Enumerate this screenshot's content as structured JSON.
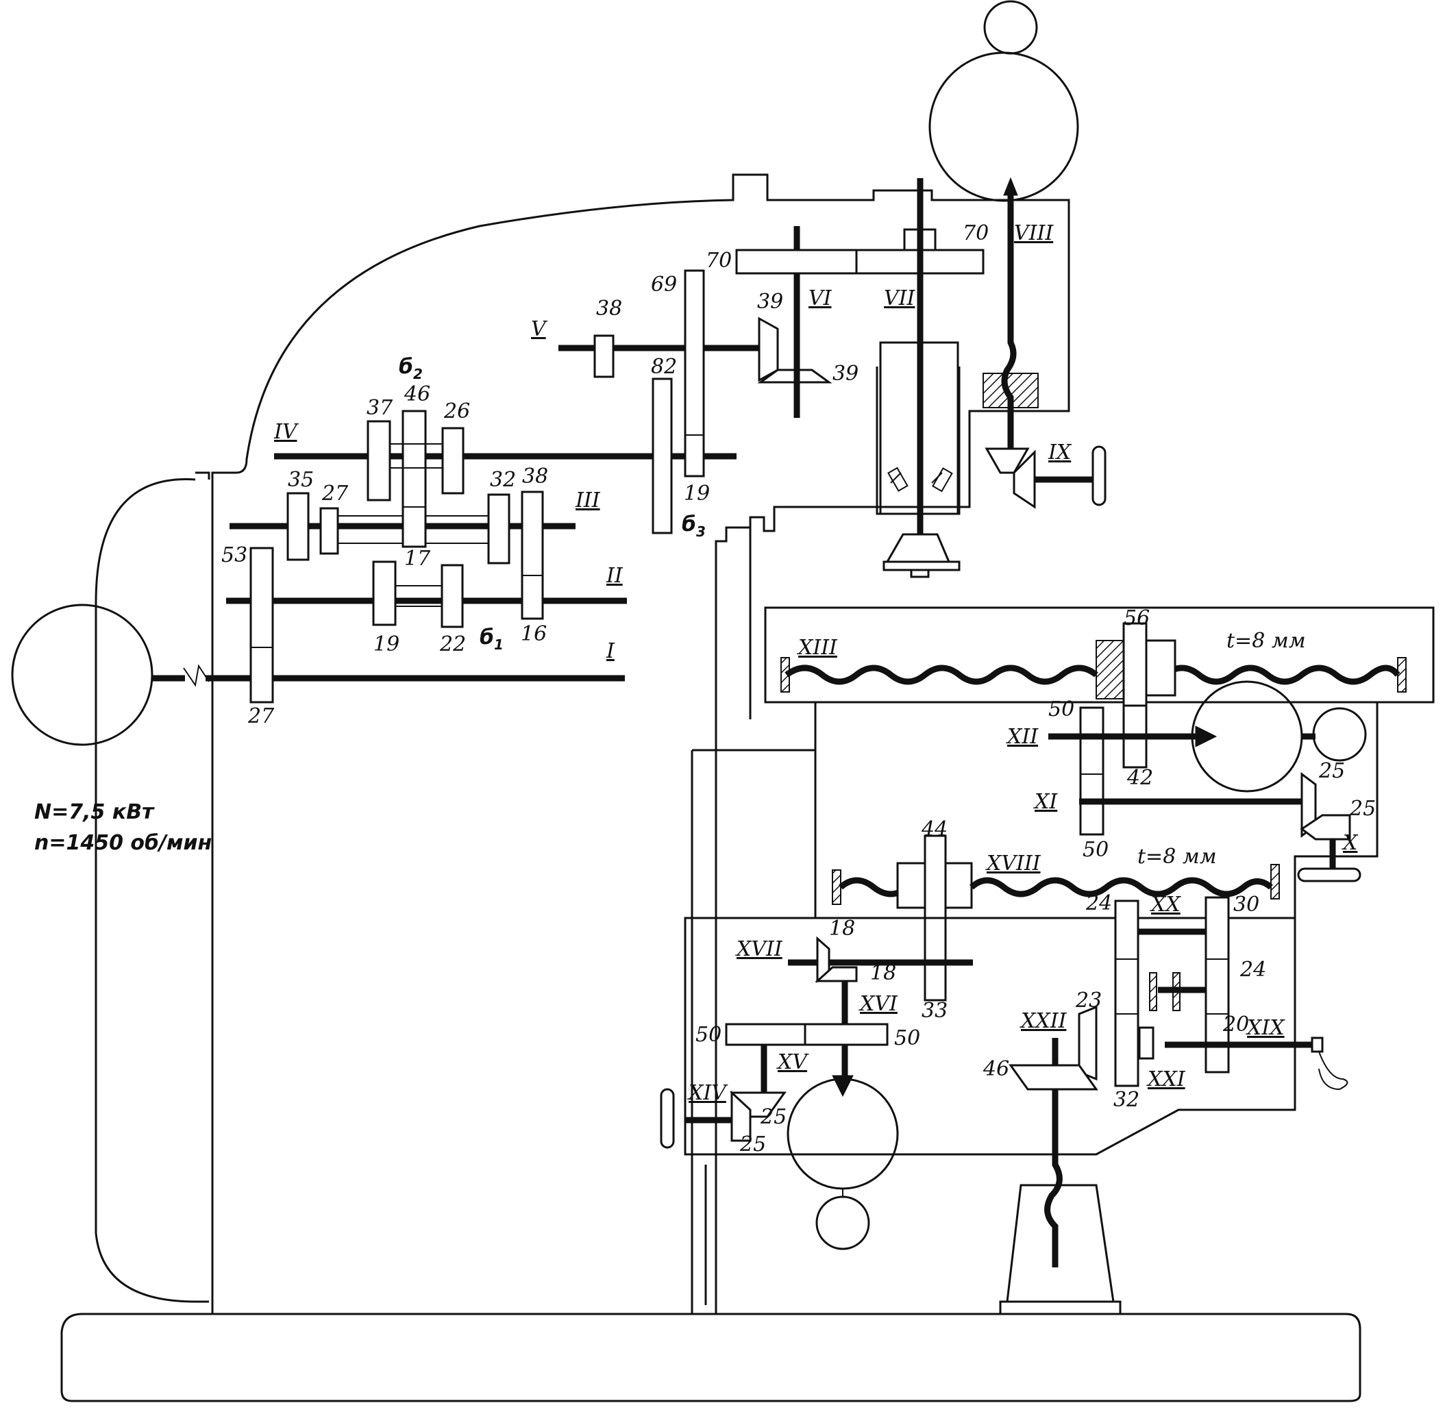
{
  "motor": {
    "power": "N=7,5 кВт",
    "speed": "n=1450 об/мин"
  },
  "shafts": {
    "I": "I",
    "II": "II",
    "III": "III",
    "IV": "IV",
    "V": "V",
    "VI": "VI",
    "VII": "VII",
    "VIII": "VIII",
    "IX": "IX",
    "X": "X",
    "XI": "XI",
    "XII": "XII",
    "XIII": "XIII",
    "XIV": "XIV",
    "XV": "XV",
    "XVI": "XVI",
    "XVII": "XVII",
    "XVIII": "XVIII",
    "XIX": "XIX",
    "XX": "XX",
    "XXI": "XXI",
    "XXII": "XXII"
  },
  "blocks": {
    "b1": "б",
    "b2": "б",
    "b3": "б",
    "b1_sub": "1",
    "b2_sub": "2",
    "b3_sub": "3"
  },
  "screw_pitch": {
    "upper": "t=8 мм",
    "lower": "t=8 мм"
  },
  "gears": {
    "g27_motor": "27",
    "g53": "53",
    "g19_II": "19",
    "g22": "22",
    "g16": "16",
    "g35": "35",
    "g27_III": "27",
    "g17": "17",
    "g32_III": "32",
    "g38_III": "38",
    "g37": "37",
    "g46_IV": "46",
    "g26": "26",
    "g82": "82",
    "g19_IV": "19",
    "g38_V": "38",
    "g69": "69",
    "g39_a": "39",
    "g39_b": "39",
    "g70_a": "70",
    "g70_b": "70",
    "g56": "56",
    "g50_XII": "50",
    "g42": "42",
    "g50_XI": "50",
    "g25_a": "25",
    "g25_b": "25",
    "g44": "44",
    "g33": "33",
    "g18_a": "18",
    "g18_b": "18",
    "g50_a": "50",
    "g50_b": "50",
    "g25_c": "25",
    "g25_d": "25",
    "g24_XX": "24",
    "g30": "30",
    "g24_b": "24",
    "g23": "23",
    "g20": "20",
    "g46_XXII": "46",
    "g32_XXI": "32"
  }
}
